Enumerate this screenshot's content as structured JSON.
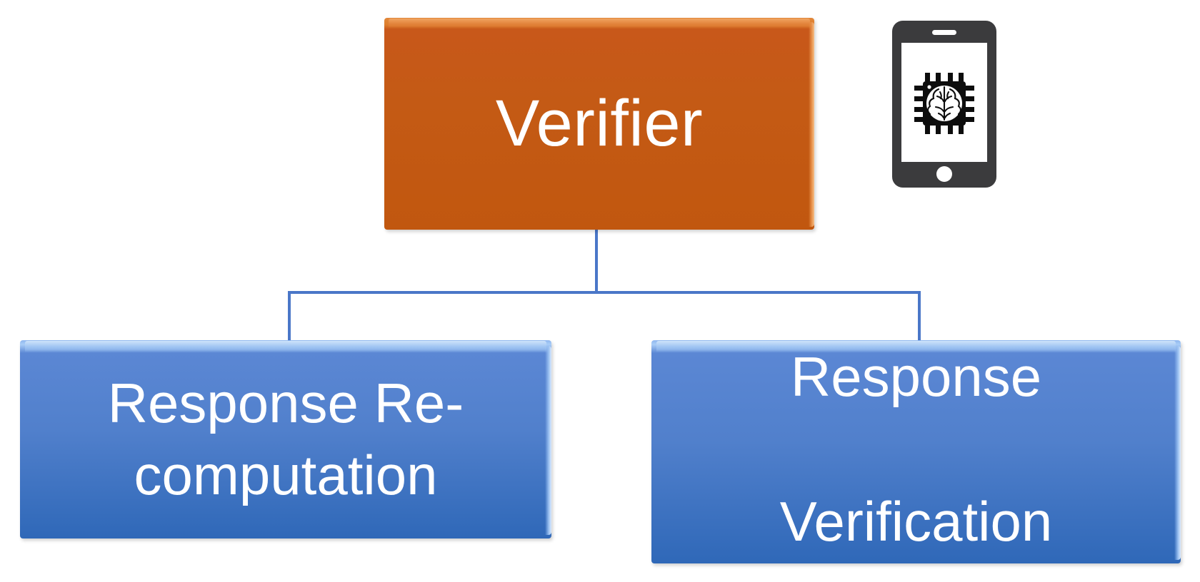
{
  "diagram": {
    "title": "Verifier",
    "type": "hierarchy",
    "orientation": "top-down",
    "background_color": "#ffffff",
    "nodes": [
      {
        "id": "verifier",
        "label": "Verifier",
        "role": "root",
        "shape": "bevel-rectangle",
        "fill_color": "#c4580f",
        "bevel_highlight_color": "#e8913f",
        "text_color": "#ffffff"
      },
      {
        "id": "response-recomputation",
        "label": "Response Re-\ncomputation",
        "role": "child",
        "shape": "bevel-rectangle",
        "fill_color": "#3f72c4",
        "bevel_highlight_color": "#bddaf8",
        "text_color": "#ffffff"
      },
      {
        "id": "response-verification",
        "label": "Response\n\nVerification",
        "role": "child",
        "shape": "bevel-rectangle",
        "fill_color": "#3f72c4",
        "bevel_highlight_color": "#bddaf8",
        "text_color": "#ffffff"
      }
    ],
    "edges": [
      {
        "from": "verifier",
        "to": "response-recomputation",
        "style": "elbow",
        "color": "#4a77c8"
      },
      {
        "from": "verifier",
        "to": "response-verification",
        "style": "elbow",
        "color": "#4a77c8"
      }
    ],
    "decorations": [
      {
        "id": "smartphone-ai-chip",
        "icon": "smartphone-brain-chip-icon",
        "description": "Smartphone displaying a CPU chip with a brain pattern",
        "body_color": "#3b3b3d",
        "screen_color": "#ffffff",
        "glyph_color": "#0d0d0d"
      }
    ]
  }
}
